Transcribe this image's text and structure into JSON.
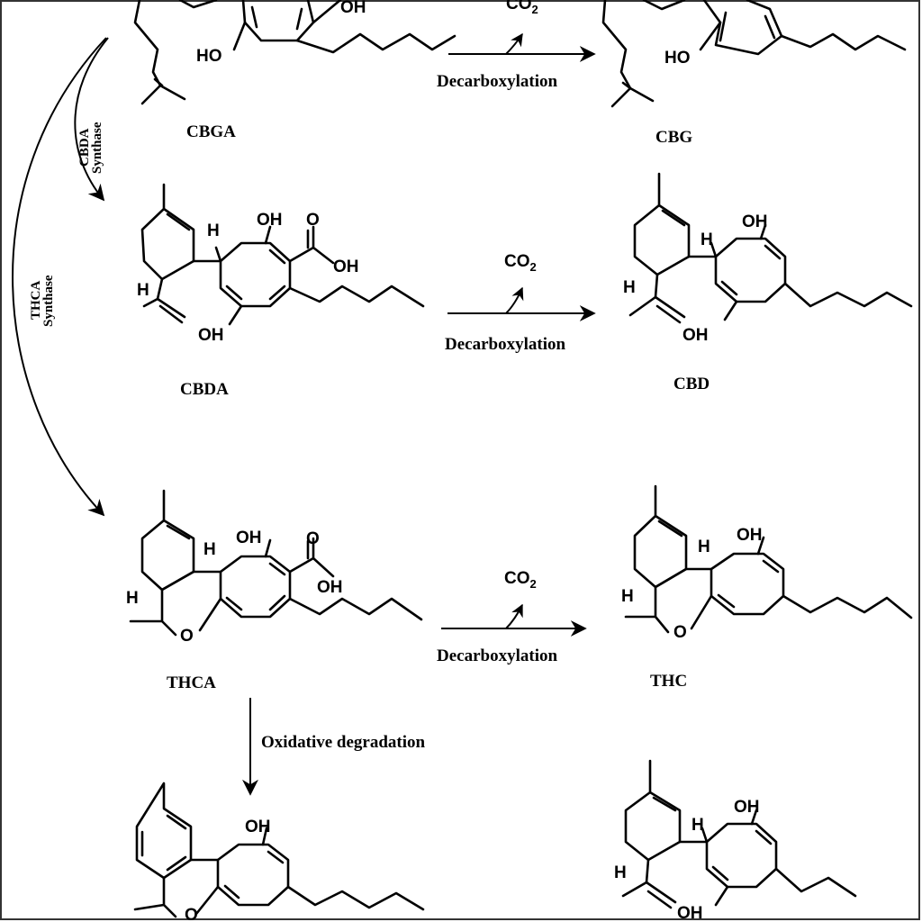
{
  "compounds": {
    "cbga": "CBGA",
    "cbg": "CBG",
    "cbda": "CBDA",
    "cbd": "CBD",
    "thca": "THCA",
    "thc": "THC"
  },
  "atoms": {
    "oh": "OH",
    "ho": "HO",
    "o": "O",
    "h": "H",
    "co2": "CO",
    "co2_sub": "2"
  },
  "reactions": {
    "decarboxylation": "Decarboxylation",
    "oxidative": "Oxidative degradation"
  },
  "enzymes": {
    "cbda_line1": "CBDA",
    "cbda_line2": "Synthase",
    "thca_line1": "THCA",
    "thca_line2": "Synthase"
  }
}
